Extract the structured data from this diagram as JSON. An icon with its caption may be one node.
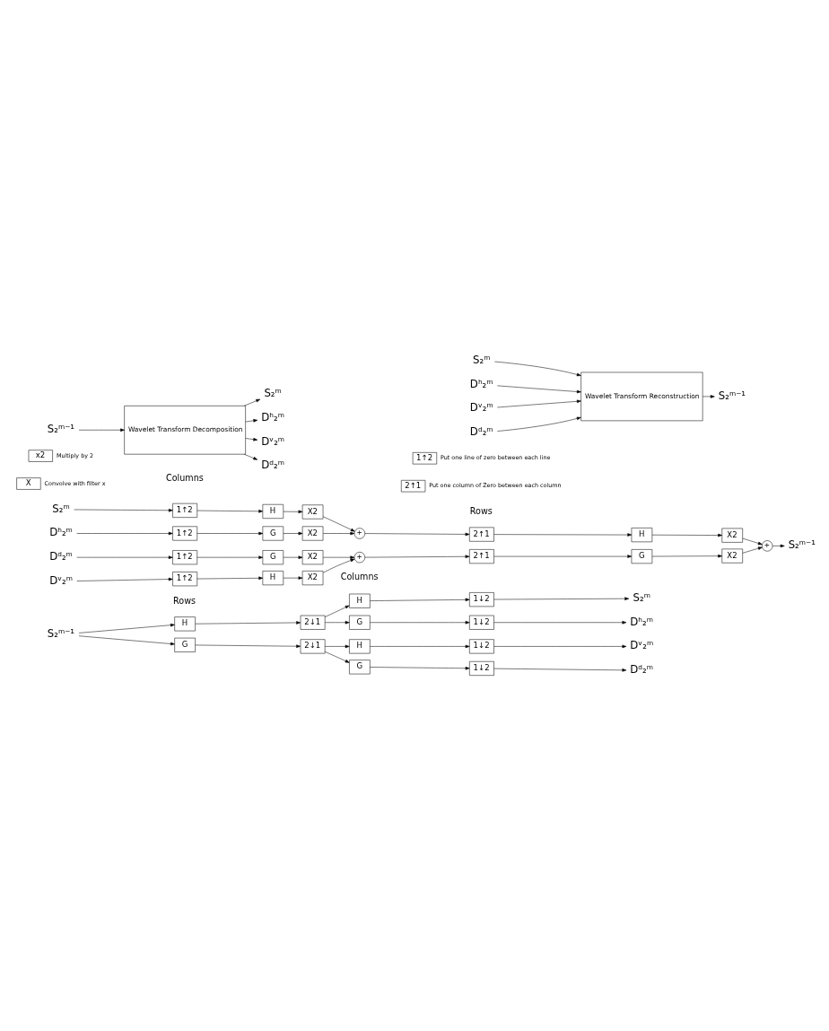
{
  "diagram": {
    "nodes": [
      {
        "text": [
          "S₂ᵐ⁻¹"
        ]
      },
      {
        "text": [
          "H"
        ]
      },
      {
        "text": [
          "G"
        ]
      },
      {
        "text": [
          "2↓1"
        ]
      },
      {
        "text": [
          "2↓1"
        ]
      },
      {
        "text": [
          "H"
        ]
      },
      {
        "text": [
          "1↓2"
        ]
      },
      {
        "text": [
          "S₂ᵐ"
        ]
      },
      {
        "text": [
          "G"
        ]
      },
      {
        "text": [
          "1↓2"
        ]
      },
      {
        "text": [
          "Dʰ₂ᵐ"
        ]
      },
      {
        "text": [
          "H"
        ]
      },
      {
        "text": [
          "1↓2"
        ]
      },
      {
        "text": [
          "Dᵛ₂ᵐ"
        ]
      },
      {
        "text": [
          "G"
        ]
      },
      {
        "text": [
          "1↓2"
        ]
      },
      {
        "text": [
          "Dᵈ₂ᵐ"
        ]
      },
      {
        "text": [
          "S₂ᵐ"
        ]
      },
      {
        "text": [
          "1↑2"
        ]
      },
      {
        "text": [
          "H"
        ]
      },
      {
        "text": [
          "X2"
        ]
      },
      {
        "text": [
          "Dʰ₂ᵐ"
        ]
      },
      {
        "text": [
          "1↑2"
        ]
      },
      {
        "text": [
          "G"
        ]
      },
      {
        "text": [
          "X2"
        ]
      },
      {
        "text": [
          "Dᵛ₂ᵐ"
        ]
      },
      {
        "text": [
          "1↑2"
        ]
      },
      {
        "text": [
          "H"
        ]
      },
      {
        "text": [
          "X2"
        ]
      },
      {
        "text": [
          "Dᵈ₂ᵐ"
        ]
      },
      {
        "text": [
          "1↑2"
        ]
      },
      {
        "text": [
          "G"
        ]
      },
      {
        "text": [
          "X2"
        ]
      },
      {
        "text": [
          "+"
        ]
      },
      {
        "text": [
          "2↑1"
        ]
      },
      {
        "text": [
          "H"
        ]
      },
      {
        "text": [
          "X2"
        ]
      },
      {
        "text": [
          "+"
        ]
      },
      {
        "text": [
          "2↑1"
        ]
      },
      {
        "text": [
          "G"
        ]
      },
      {
        "text": [
          "X2"
        ]
      },
      {
        "text": [
          "+"
        ]
      },
      {
        "text": [
          "S₂ᵐ⁻¹"
        ]
      },
      {
        "text": [
          "X"
        ],
        "beside": [
          "Convolve with filter x"
        ]
      },
      {
        "text": [
          "x2"
        ],
        "beside": [
          "Multiply by 2"
        ]
      },
      {
        "text": [
          "2↑1"
        ],
        "beside": [
          "Put one column of Zero between each column"
        ]
      },
      {
        "text": [
          "1↑2"
        ],
        "beside": [
          "Put one line of zero between each line"
        ]
      },
      {
        "text": [
          "S₂ᵐ⁻¹"
        ]
      },
      {
        "text": [
          "Wavelet Transform Decomposition"
        ]
      },
      {
        "text": [
          "S₂ᵐ"
        ]
      },
      {
        "text": [
          "Dʰ₂ᵐ"
        ]
      },
      {
        "text": [
          "Dᵛ₂ᵐ"
        ]
      },
      {
        "text": [
          "Dᵈ₂ᵐ"
        ]
      },
      {
        "text": [
          "S₂ᵐ"
        ]
      },
      {
        "text": [
          "Dʰ₂ᵐ"
        ]
      },
      {
        "text": [
          "Dᵛ₂ᵐ"
        ]
      },
      {
        "text": [
          "Dᵈ₂ᵐ"
        ]
      },
      {
        "text": [
          "Wavelet Transform Reconstruction"
        ]
      },
      {
        "text": [
          "S₂ᵐ⁻¹"
        ]
      }
    ],
    "edges": [
      {
        "from": 0,
        "to": 1,
        "arrow": "to"
      },
      {
        "from": 0,
        "to": 2,
        "arrow": "to"
      },
      {
        "from": 1,
        "to": 3,
        "arrow": "to"
      },
      {
        "from": 2,
        "to": 4,
        "arrow": "to"
      },
      {
        "from": 3,
        "to": 5,
        "arrow": "to"
      },
      {
        "from": 3,
        "to": 8,
        "arrow": "to"
      },
      {
        "from": 5,
        "to": 6,
        "arrow": "to"
      },
      {
        "from": 6,
        "to": 7,
        "arrow": "to"
      },
      {
        "from": 8,
        "to": 9,
        "arrow": "to"
      },
      {
        "from": 9,
        "to": 10,
        "arrow": "to"
      },
      {
        "from": 4,
        "to": 11,
        "arrow": "to"
      },
      {
        "from": 4,
        "to": 14,
        "arrow": "to"
      },
      {
        "from": 11,
        "to": 12,
        "arrow": "to"
      },
      {
        "from": 12,
        "to": 13,
        "arrow": "to"
      },
      {
        "from": 14,
        "to": 15,
        "arrow": "to"
      },
      {
        "from": 15,
        "to": 16,
        "arrow": "to"
      },
      {
        "from": 17,
        "to": 18,
        "arrow": "to"
      },
      {
        "from": 18,
        "to": 19,
        "arrow": "to"
      },
      {
        "from": 19,
        "to": 20,
        "arrow": "to"
      },
      {
        "from": 20,
        "to": 33,
        "arrow": "to"
      },
      {
        "from": 21,
        "to": 22,
        "arrow": "to"
      },
      {
        "from": 22,
        "to": 23,
        "arrow": "to"
      },
      {
        "from": 23,
        "to": 24,
        "arrow": "to"
      },
      {
        "from": 24,
        "to": 33,
        "arrow": "to"
      },
      {
        "from": 25,
        "to": 26,
        "arrow": "to"
      },
      {
        "from": 26,
        "to": 27,
        "arrow": "to"
      },
      {
        "from": 27,
        "to": 28,
        "arrow": "to"
      },
      {
        "from": 28,
        "to": 37,
        "arrow": "to"
      },
      {
        "from": 29,
        "to": 30,
        "arrow": "to"
      },
      {
        "from": 30,
        "to": 31,
        "arrow": "to"
      },
      {
        "from": 31,
        "to": 32,
        "arrow": "to"
      },
      {
        "from": 32,
        "to": 37,
        "arrow": "to"
      },
      {
        "from": 33,
        "to": 34,
        "arrow": "to"
      },
      {
        "from": 34,
        "to": 35,
        "arrow": "to"
      },
      {
        "from": 35,
        "to": 36,
        "arrow": "to"
      },
      {
        "from": 36,
        "to": 41,
        "arrow": "to"
      },
      {
        "from": 37,
        "to": 38,
        "arrow": "to"
      },
      {
        "from": 38,
        "to": 39,
        "arrow": "to"
      },
      {
        "from": 39,
        "to": 40,
        "arrow": "to"
      },
      {
        "from": 40,
        "to": 41,
        "arrow": "to"
      },
      {
        "from": 41,
        "to": 42,
        "arrow": "to"
      },
      {
        "from": 47,
        "to": 48,
        "arrow": "to"
      },
      {
        "from": 48,
        "to": 49,
        "arrow": "to"
      },
      {
        "from": 48,
        "to": 50,
        "arrow": "to"
      },
      {
        "from": 48,
        "to": 51,
        "arrow": "to"
      },
      {
        "from": 48,
        "to": 52,
        "arrow": "to"
      },
      {
        "from": 53,
        "to": 57,
        "arrow": "to"
      },
      {
        "from": 54,
        "to": 57,
        "arrow": "to"
      },
      {
        "from": 55,
        "to": 57,
        "arrow": "to"
      },
      {
        "from": 56,
        "to": 57,
        "arrow": "to"
      },
      {
        "from": 57,
        "to": 58,
        "arrow": "to"
      }
    ],
    "labels": [
      "Rows",
      "Columns",
      "Columns",
      "Rows"
    ]
  }
}
